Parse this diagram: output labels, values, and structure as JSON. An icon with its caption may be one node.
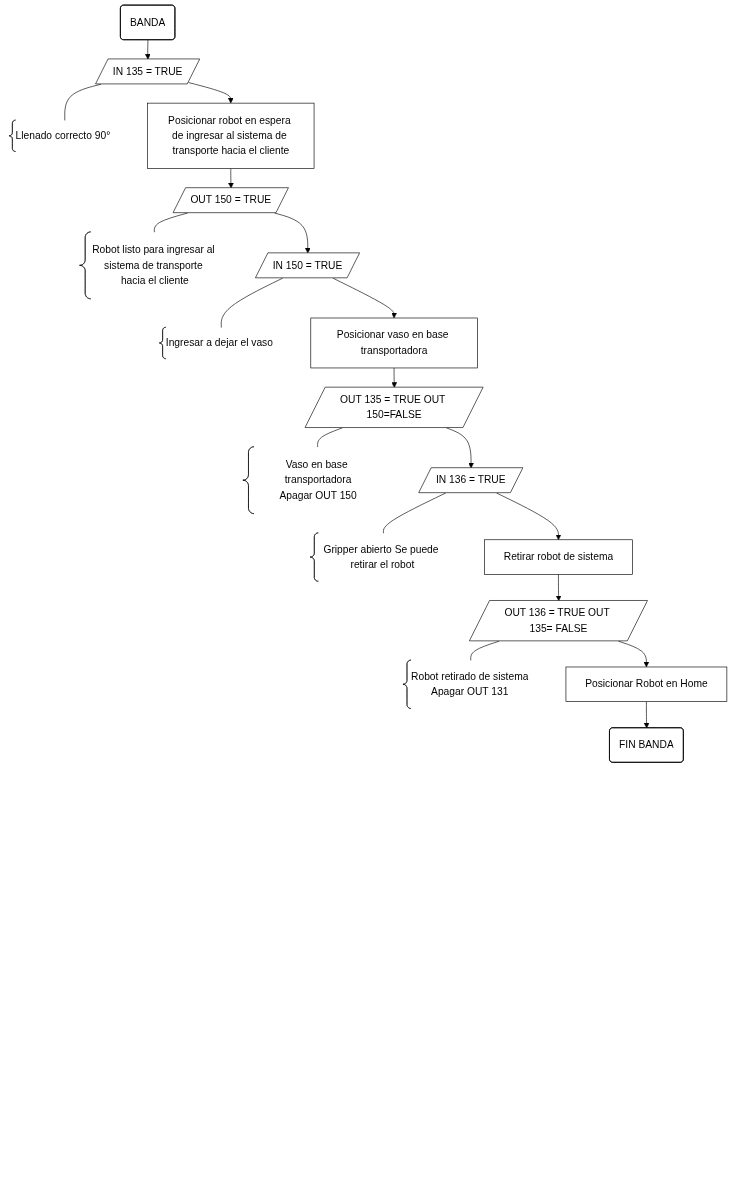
{
  "diagram": {
    "nodes": [
      {
        "text": [
          "BANDA"
        ]
      },
      {
        "text": [
          "IN 135 = TRUE"
        ]
      },
      {
        "text": [
          "Llenado correcto 90°"
        ]
      },
      {
        "text": [
          "Posicionar robot en espera de ingresar al sistema de transporte hacia el cliente"
        ]
      },
      {
        "text": [
          "OUT 150 = TRUE"
        ]
      },
      {
        "text": [
          "Robot listo para ingresar al sistema de transporte hacia el cliente"
        ]
      },
      {
        "text": [
          "IN 150 = TRUE"
        ]
      },
      {
        "text": [
          "Ingresar a dejar el vaso"
        ]
      },
      {
        "text": [
          "Posicionar vaso en base transportadora"
        ]
      },
      {
        "text": [
          "OUT 135 = TRUE OUT 150=FALSE"
        ]
      },
      {
        "text": [
          "Vaso en base transportadora",
          "Apagar OUT 150"
        ]
      },
      {
        "text": [
          "IN 136 = TRUE"
        ]
      },
      {
        "text": [
          "Gripper abierto Se puede retirar el robot"
        ]
      },
      {
        "text": [
          "Retirar robot de sistema"
        ]
      },
      {
        "text": [
          "OUT 136 = TRUE OUT 135= FALSE"
        ]
      },
      {
        "text": [
          "Robot retirado de sistema",
          "Apagar OUT 131"
        ]
      },
      {
        "text": [
          "Posicionar Robot en Home"
        ]
      },
      {
        "text": [
          "FIN BANDA"
        ]
      }
    ],
    "edges": [
      {
        "from": 0,
        "to": 1,
        "arrow": "to"
      },
      {
        "from": 1,
        "to": 2,
        "arrow": "none"
      },
      {
        "from": 1,
        "to": 3,
        "arrow": "to"
      },
      {
        "from": 3,
        "to": 4,
        "arrow": "to"
      },
      {
        "from": 4,
        "to": 5,
        "arrow": "none"
      },
      {
        "from": 4,
        "to": 6,
        "arrow": "to"
      },
      {
        "from": 6,
        "to": 7,
        "arrow": "none"
      },
      {
        "from": 6,
        "to": 8,
        "arrow": "to"
      },
      {
        "from": 8,
        "to": 9,
        "arrow": "to"
      },
      {
        "from": 9,
        "to": 10,
        "arrow": "none"
      },
      {
        "from": 9,
        "to": 11,
        "arrow": "to"
      },
      {
        "from": 11,
        "to": 12,
        "arrow": "none"
      },
      {
        "from": 11,
        "to": 13,
        "arrow": "to"
      },
      {
        "from": 13,
        "to": 14,
        "arrow": "to"
      },
      {
        "from": 14,
        "to": 15,
        "arrow": "none"
      },
      {
        "from": 14,
        "to": 16,
        "arrow": "to"
      },
      {
        "from": 16,
        "to": 17,
        "arrow": "to"
      }
    ]
  }
}
